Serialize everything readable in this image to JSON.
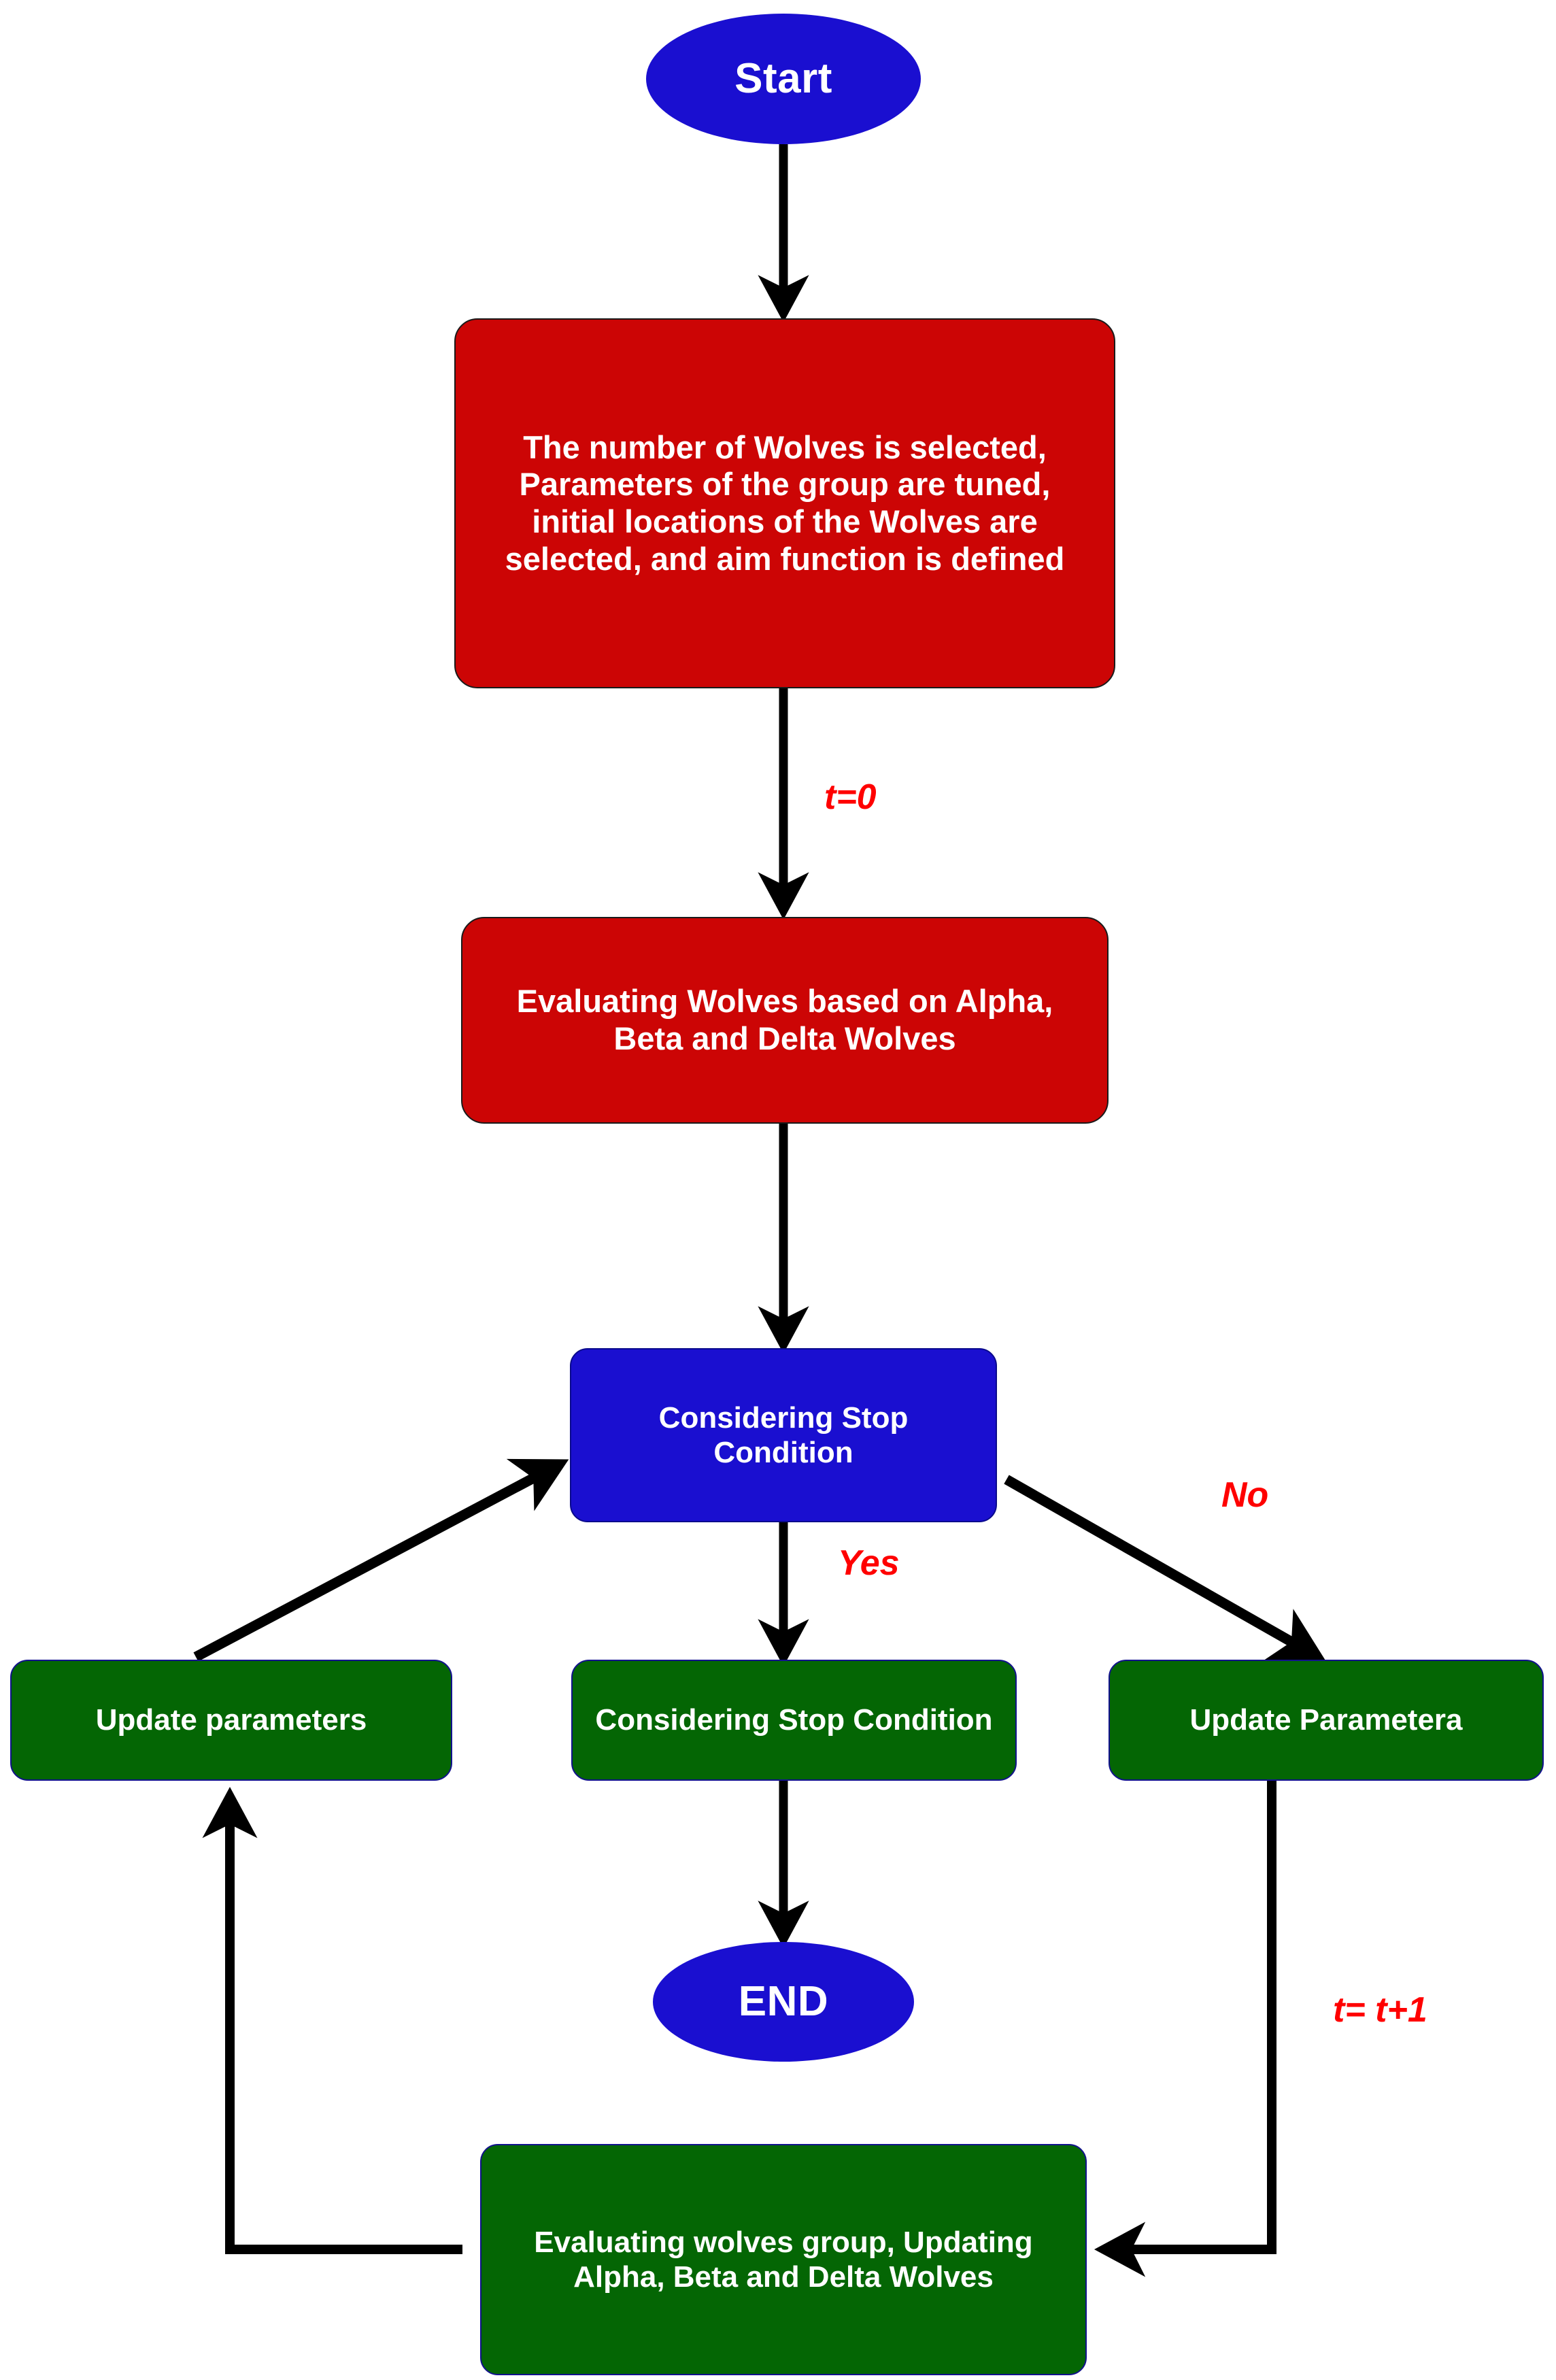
{
  "diagram": {
    "title": "Grey Wolf Optimizer flowchart",
    "colors": {
      "start_end_fill": "#1a0fd0",
      "process_fill": "#cc0505",
      "decision_fill": "#1a0fd0",
      "update_fill": "#046604",
      "edge_label_color": "#ff0000",
      "arrow_color": "#000000",
      "text_color": "#ffffff",
      "background": "#ffffff"
    },
    "nodes": {
      "start": {
        "label": "Start",
        "shape": "ellipse"
      },
      "init": {
        "label": "The number of Wolves is selected, Parameters of the group are tuned, initial locations of the Wolves are selected, and aim function is defined",
        "shape": "rounded-rect"
      },
      "evaluate": {
        "label": "Evaluating Wolves based on Alpha, Beta and Delta Wolves",
        "shape": "rounded-rect"
      },
      "decision": {
        "label": "Considering Stop Condition",
        "shape": "rounded-rect"
      },
      "update_parameters_left": {
        "label": "Update parameters",
        "shape": "rounded-rect"
      },
      "considering_stop_condition_mid": {
        "label": "Considering Stop Condition",
        "shape": "rounded-rect"
      },
      "update_parametera_right": {
        "label": "Update Parametera",
        "shape": "rounded-rect"
      },
      "end": {
        "label": "END",
        "shape": "ellipse"
      },
      "evaluate_group": {
        "label": "Evaluating wolves group, Updating Alpha, Beta and Delta Wolves",
        "shape": "rounded-rect"
      }
    },
    "edge_labels": {
      "t_zero": "t=0",
      "yes": "Yes",
      "no": "No",
      "t_increment": "t= t+1"
    }
  }
}
